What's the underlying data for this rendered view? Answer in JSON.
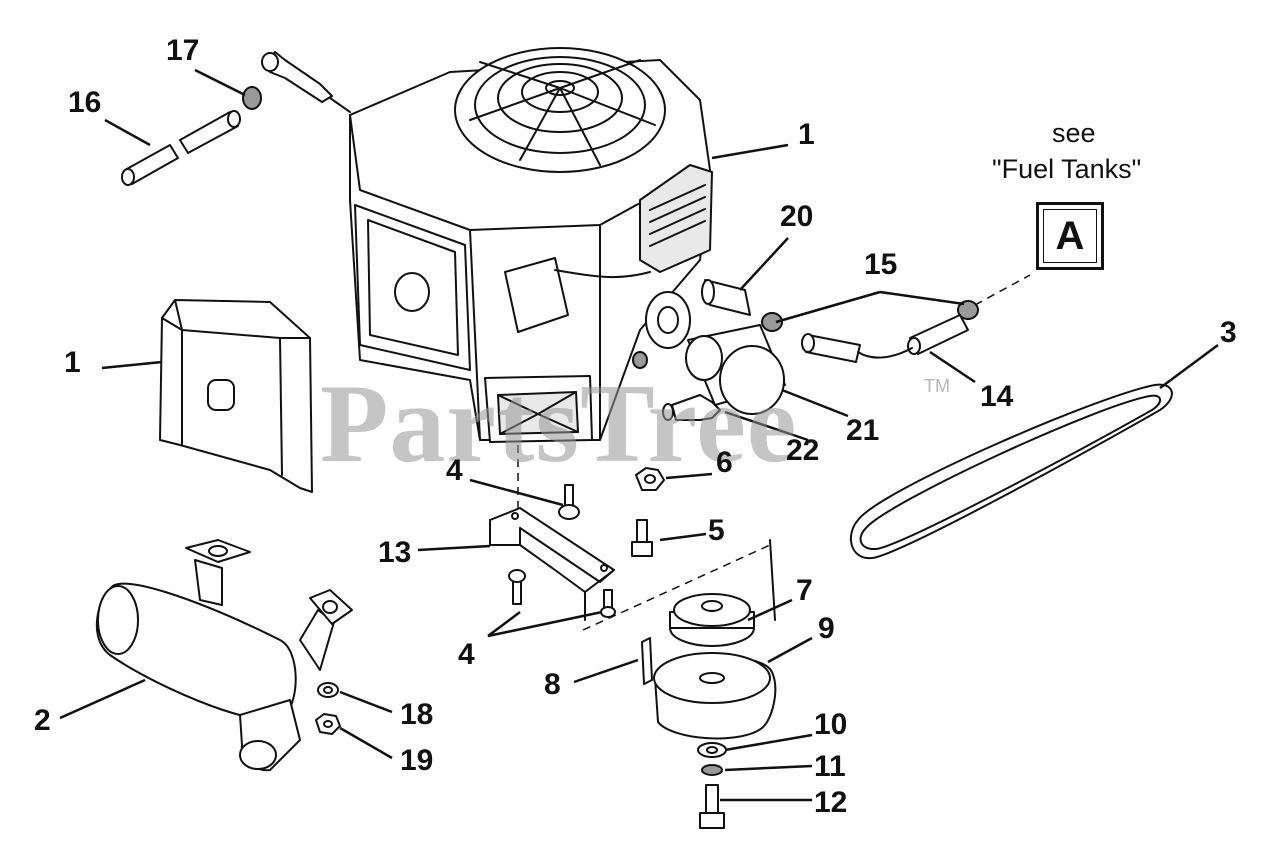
{
  "watermark": {
    "text": "PartsTree",
    "trademark": "TM"
  },
  "reference_note": {
    "line1": "see",
    "line2": "\"Fuel Tanks\"",
    "box_letter": "A"
  },
  "callouts": {
    "c1_engine": "1",
    "c1_shroud": "1",
    "c2": "2",
    "c3": "3",
    "c4_upper": "4",
    "c4_lower": "4",
    "c5": "5",
    "c6": "6",
    "c7": "7",
    "c8": "8",
    "c9": "9",
    "c10": "10",
    "c11": "11",
    "c12": "12",
    "c13": "13",
    "c14": "14",
    "c15": "15",
    "c16": "16",
    "c17": "17",
    "c18": "18",
    "c19": "19",
    "c20": "20",
    "c21": "21",
    "c22": "22"
  }
}
